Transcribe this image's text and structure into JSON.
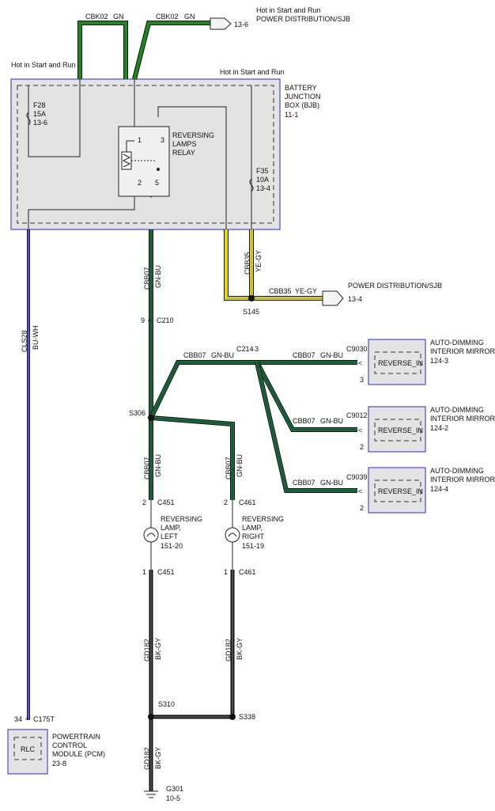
{
  "wires": {
    "cbk02_left": {
      "circuit": "CBK02",
      "color": "GN"
    },
    "cbk02_right": {
      "circuit": "CBK02",
      "color": "GN"
    },
    "cbb07_main": {
      "circuit": "CBB07",
      "color": "GN-BU"
    },
    "cbb07_branch1": {
      "circuit": "CBB07",
      "color": "GN-BU"
    },
    "cbb07_mirror1": {
      "circuit": "CBB07",
      "color": "GN-BU"
    },
    "cbb07_mirror2": {
      "circuit": "CBB07",
      "color": "GN-BU"
    },
    "cbb07_mirror3": {
      "circuit": "CBB07",
      "color": "GN-BU"
    },
    "cbb07_left_lamp": {
      "circuit": "CBB07",
      "color": "GN-BU"
    },
    "cbb07_right_lamp": {
      "circuit": "CBB07",
      "color": "GN-BU"
    },
    "cbb35_vert": {
      "circuit": "CBB35",
      "color": "YE-GY"
    },
    "cbb35_horiz": {
      "circuit": "CBB35",
      "color": "YE-GY"
    },
    "cls28": {
      "circuit": "CLS28",
      "color": "BU-WH"
    },
    "gd182_left": {
      "circuit": "GD182",
      "color": "BK-GY"
    },
    "gd182_right": {
      "circuit": "GD182",
      "color": "BK-GY"
    },
    "gd182_ground": {
      "circuit": "GD182",
      "color": "BK-GY"
    }
  },
  "labels": {
    "hot_top_line1": "Hot in Start and Run",
    "hot_top_line2": "POWER DISTRIBUTION/SJB",
    "hot_top_ref": "13-6",
    "hot_left": "Hot in Start and Run",
    "hot_right": "Hot in Start and Run"
  },
  "bjb": {
    "name_lines": [
      "BATTERY",
      "JUNCTION",
      "BOX (BJB)"
    ],
    "ref": "11-1",
    "fuse_f28": [
      "F28",
      "15A",
      "13-6"
    ],
    "fuse_f35": [
      "F35",
      "10A",
      "13-4"
    ],
    "relay_lines": [
      "REVERSING",
      "LAMPS",
      "RELAY"
    ],
    "relay_pins": {
      "p1": "1",
      "p2": "2",
      "p3": "3",
      "p5": "5"
    }
  },
  "power_dist_bottom": {
    "name": "POWER DISTRIBUTION/SJB",
    "ref": "13-4"
  },
  "splices": {
    "s145": "S145",
    "s306": "S306",
    "s310": "S310",
    "s338": "S338"
  },
  "connectors": {
    "c210": {
      "pin": "9",
      "name": "C210"
    },
    "c214": {
      "name": "C214",
      "pin": "3"
    },
    "c451_top": {
      "pin": "2",
      "name": "C451"
    },
    "c461_top": {
      "pin": "2",
      "name": "C461"
    },
    "c451_bot": {
      "pin": "1",
      "name": "C451"
    },
    "c461_bot": {
      "pin": "1",
      "name": "C461"
    },
    "c175t": {
      "pin": "34",
      "name": "C175T"
    }
  },
  "mirrors": [
    {
      "connector": "C9030",
      "pin": "3",
      "inner": "REVERSE_IN",
      "name_lines": [
        "AUTO-DIMMING",
        "INTERIOR MIRROR"
      ],
      "ref": "124-3"
    },
    {
      "connector": "C9012",
      "pin": "2",
      "inner": "REVERSE_IN",
      "name_lines": [
        "AUTO-DIMMING",
        "INTERIOR MIRROR"
      ],
      "ref": "124-2"
    },
    {
      "connector": "C9039",
      "pin": "2",
      "inner": "REVERSE_IN",
      "name_lines": [
        "AUTO-DIMMING",
        "INTERIOR MIRROR"
      ],
      "ref": "124-4"
    }
  ],
  "lamp_left": {
    "name_lines": [
      "REVERSING",
      "LAMP,",
      "LEFT"
    ],
    "ref": "151-20"
  },
  "lamp_right": {
    "name_lines": [
      "REVERSING",
      "LAMP,",
      "RIGHT"
    ],
    "ref": "151-19"
  },
  "pcm": {
    "inner": "RLC",
    "name_lines": [
      "POWERTRAIN",
      "CONTROL",
      "MODULE (PCM)"
    ],
    "ref": "23-8"
  },
  "ground": {
    "name": "G301",
    "ref": "10-5"
  },
  "colors": {
    "green": "#1a7a1a",
    "blue_stripe": "#1c2a9a",
    "yellow": "#e6d800",
    "gray_stripe": "#8a8a8a",
    "bk": "#111111",
    "wire_blue": "#3030b0"
  }
}
